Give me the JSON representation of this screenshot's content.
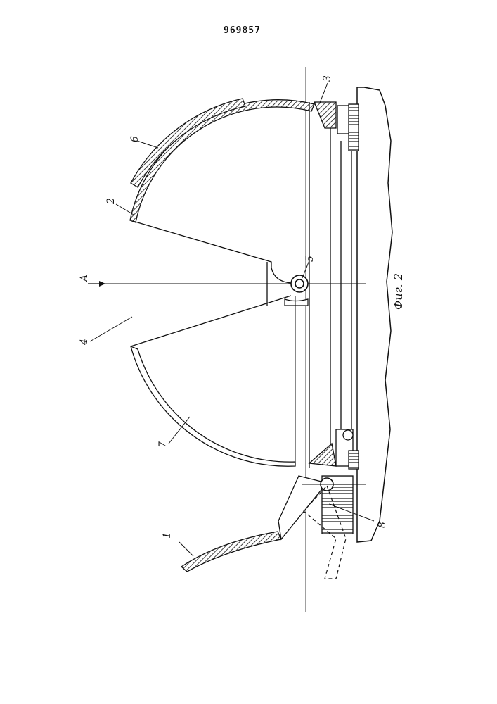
{
  "document": {
    "patent_number": "969857"
  },
  "figure": {
    "caption": "Фиг. 2"
  },
  "labels": {
    "l1": "1",
    "l2": "2",
    "l3": "3",
    "l4": "4",
    "l5": "5",
    "l6": "6",
    "l7": "7",
    "l8": "8",
    "view": "A"
  }
}
